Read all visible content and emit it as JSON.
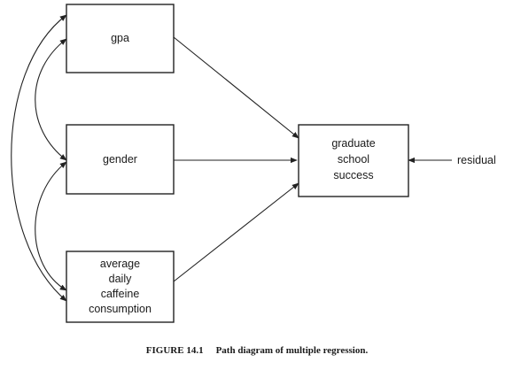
{
  "diagram": {
    "nodes": {
      "gpa": {
        "lines": [
          "gpa"
        ]
      },
      "gender": {
        "lines": [
          "gender"
        ]
      },
      "caffeine": {
        "lines": [
          "average",
          "daily",
          "caffeine",
          "consumption"
        ]
      },
      "success": {
        "lines": [
          "graduate",
          "school",
          "success"
        ]
      },
      "residual": {
        "lines": [
          "residual"
        ]
      }
    },
    "edges": [
      {
        "from": "gpa",
        "to": "success",
        "type": "directed"
      },
      {
        "from": "gender",
        "to": "success",
        "type": "directed"
      },
      {
        "from": "caffeine",
        "to": "success",
        "type": "directed"
      },
      {
        "from": "residual",
        "to": "success",
        "type": "directed"
      },
      {
        "from": "gpa",
        "to": "gender",
        "type": "correlation"
      },
      {
        "from": "gender",
        "to": "caffeine",
        "type": "correlation"
      },
      {
        "from": "gpa",
        "to": "caffeine",
        "type": "correlation"
      }
    ]
  },
  "caption": {
    "label": "FIGURE 14.1",
    "text": "Path diagram of multiple regression."
  }
}
